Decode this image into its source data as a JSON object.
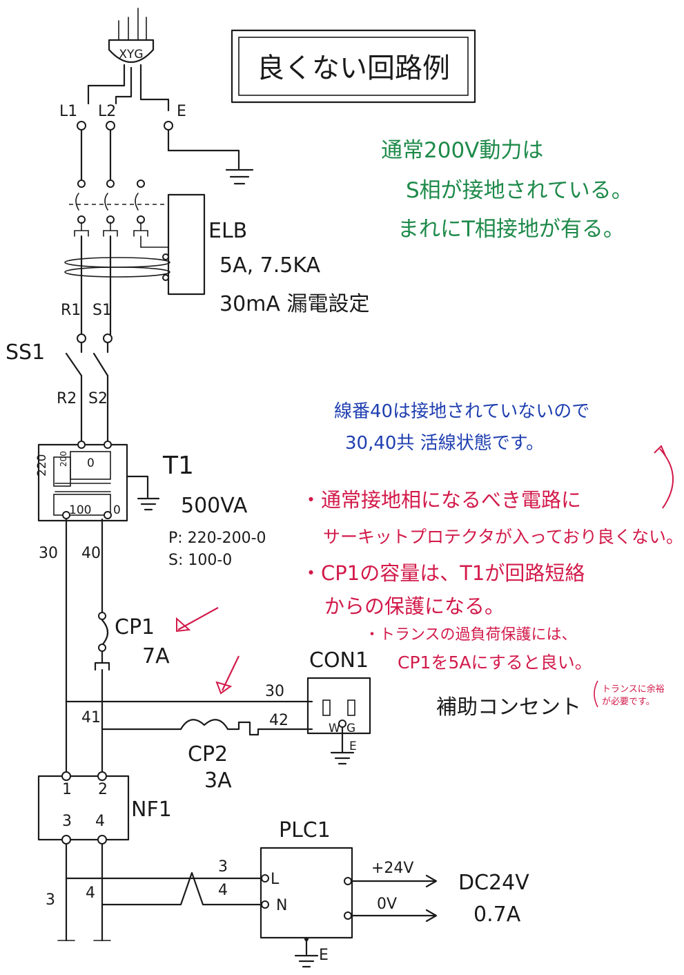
{
  "title": "良くない回路例",
  "plug": {
    "pins": "XYG"
  },
  "wires": {
    "l1": "L1",
    "l2": "L2",
    "e": "E",
    "r1": "R1",
    "s1": "S1",
    "r2": "R2",
    "s2": "S2",
    "w30": "30",
    "w40": "40",
    "w41": "41",
    "w42": "42",
    "w3": "3",
    "w4": "4",
    "w30b": "30",
    "w3b": "3",
    "w4b": "4"
  },
  "elb": {
    "name": "ELB",
    "rating": "5A, 7.5KA",
    "leak": "30mA 漏電設定"
  },
  "ss1": {
    "name": "SS1"
  },
  "t1": {
    "name": "T1",
    "va": "500VA",
    "primary": "P: 220-200-0",
    "secondary": "S: 100-0",
    "taps": {
      "t220": "220",
      "t200": "200",
      "t0a": "0",
      "t100": "100",
      "t0b": "0"
    }
  },
  "cp1": {
    "name": "CP1",
    "rating": "7A"
  },
  "cp2": {
    "name": "CP2",
    "rating": "3A"
  },
  "con1": {
    "name": "CON1",
    "w": "W",
    "g": "G",
    "e": "E",
    "desc": "補助コンセント"
  },
  "nf1": {
    "name": "NF1",
    "t1": "1",
    "t2": "2",
    "t3": "3",
    "t4": "4"
  },
  "plc1": {
    "name": "PLC1",
    "l": "L",
    "n": "N",
    "e": "E",
    "p24": "+24V",
    "ov": "0V",
    "dc": "DC24V",
    "amp": "0.7A"
  },
  "notes": {
    "green1": "通常200V動力は",
    "green2": "S相が接地されている。",
    "green3": "まれにT相接地が有る。",
    "blue1": "線番40は接地されていないので",
    "blue2": "30,40共 活線状態です。",
    "red1": "・通常接地相になるべき電路に",
    "red2": "サーキットプロテクタが入っており良くない。",
    "red3": "・CP1の容量は、T1が回路短絡",
    "red4": "からの保護になる。",
    "red5": "・トランスの過負荷保護には、",
    "red6": "CP1を5Aにすると良い。",
    "red7": "トランスに余裕",
    "red8": "が必要です。"
  },
  "colors": {
    "ink": "#1a1a1a",
    "green": "#1e8a4a",
    "blue": "#1f3fb0",
    "red": "#d21a4a"
  }
}
